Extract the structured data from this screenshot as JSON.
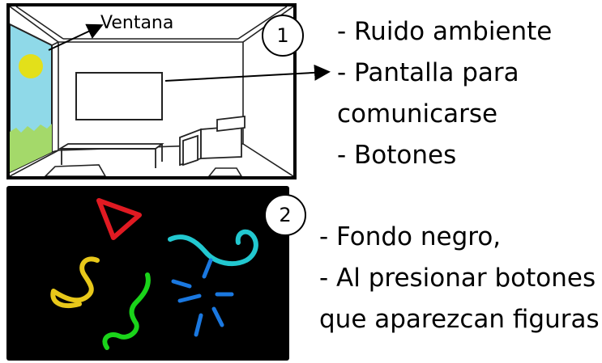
{
  "panel1": {
    "number": "1",
    "window_label": "Ventana",
    "notes": [
      "- Ruido ambiente",
      "- Pantalla para",
      "comunicarse",
      "- Botones"
    ]
  },
  "panel2": {
    "number": "2",
    "notes": [
      "- Fondo negro,",
      "- Al presionar botones",
      "que aparezcan figuras"
    ]
  },
  "colors": {
    "sky": "#8fd9e8",
    "sun": "#e3e01a",
    "grass": "#a4d96a",
    "shape_red": "#e01a22",
    "shape_cyan": "#22c8d0",
    "shape_yellow": "#e8c81a",
    "shape_green": "#1ad41a",
    "shape_blue": "#1a78e0"
  }
}
